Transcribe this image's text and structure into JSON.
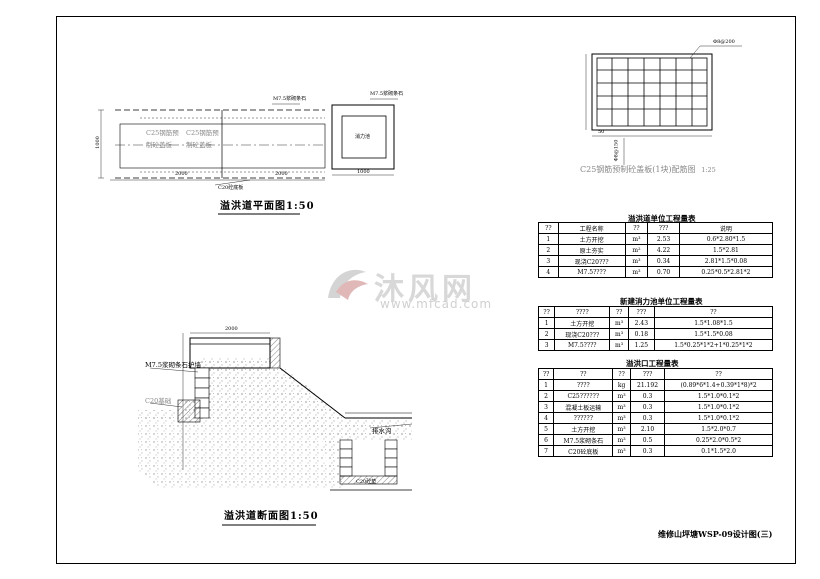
{
  "plan": {
    "title": "溢洪道平面图1:50",
    "label_stone_1": "M7.5浆砌条石",
    "label_stone_2": "M7.5浆砌条石",
    "label_slab_a": "C25钢筋预",
    "label_slab_a2": "制砼盖板",
    "label_slab_b": "C25钢筋预",
    "label_slab_b2": "制砼盖板",
    "label_base": "C20砼底板",
    "label_basin": "消力池",
    "dim_left": "2000",
    "dim_right": "2000",
    "dim_basin": "1000",
    "dim_side": "1000"
  },
  "section": {
    "title": "溢洪道断面图1:50",
    "label_wall": "M7.5浆砌条石护墙",
    "label_foundation": "C20基础",
    "label_drain": "排水沟",
    "label_bottom": "C20砼垫",
    "dim_top": "2000"
  },
  "rebar": {
    "title": "C25钢筋预制砼盖板(1块)配筋图",
    "scale": "1:25",
    "label_top": "Φ8@200",
    "label_side": "Φ8@150",
    "dim_50": "50"
  },
  "tables": [
    {
      "caption": "溢洪道单位工程量表",
      "header": [
        "??",
        "工程名称",
        "??",
        "???",
        "说明"
      ],
      "rows": [
        [
          "1",
          "土方开挖",
          "m³",
          "2.53",
          "0.6*2.80*1.5"
        ],
        [
          "2",
          "原土夯实",
          "m²",
          "4.22",
          "1.5*2.81"
        ],
        [
          "3",
          "现浇C20???",
          "m³",
          "0.34",
          "2.81*1.5*0.08"
        ],
        [
          "4",
          "M7.5????",
          "m³",
          "0.70",
          "0.25*0.5*2.81*2"
        ]
      ]
    },
    {
      "caption": "新建消力池单位工程量表",
      "header": [
        "??",
        "????",
        "??",
        "???",
        "??"
      ],
      "rows": [
        [
          "1",
          "土方开挖",
          "m³",
          "2.43",
          "1.5*1.08*1.5"
        ],
        [
          "2",
          "现浇C20???",
          "m³",
          "0.18",
          "1.5*1.5*0.08"
        ],
        [
          "3",
          "M7.5????",
          "m³",
          "1.25",
          "1.5*0.25*1*2+1*0.25*1*2"
        ]
      ]
    },
    {
      "caption": "溢洪口工程量表",
      "header": [
        "??",
        "??",
        "??",
        "???",
        "??"
      ],
      "rows": [
        [
          "1",
          "????",
          "kg",
          "21.192",
          "(0.89*6*1.4+0.39*1*8)*2"
        ],
        [
          "2",
          "C25??????",
          "m³",
          "0.3",
          "1.5*1.0*0.1*2"
        ],
        [
          "3",
          "混凝土板运输",
          "m³",
          "0.3",
          "1.5*1.0*0.1*2"
        ],
        [
          "4",
          "??????",
          "m³",
          "0.3",
          "1.5*1.0*0.1*2"
        ],
        [
          "5",
          "土方开挖",
          "m³",
          "2.10",
          "1.5*2.0*0.7"
        ],
        [
          "6",
          "M7.5浆砌条石",
          "m³",
          "0.5",
          "0.25*2.0*0.5*2"
        ],
        [
          "7",
          "C20砼底板",
          "m³",
          "0.3",
          "0.1*1.5*2.0"
        ]
      ]
    }
  ],
  "footer": {
    "drawing_title": "维修山坪塘WSP-09设计图(三)"
  },
  "watermark": {
    "cn": "沐风网",
    "en": "www.mfcad.com"
  }
}
